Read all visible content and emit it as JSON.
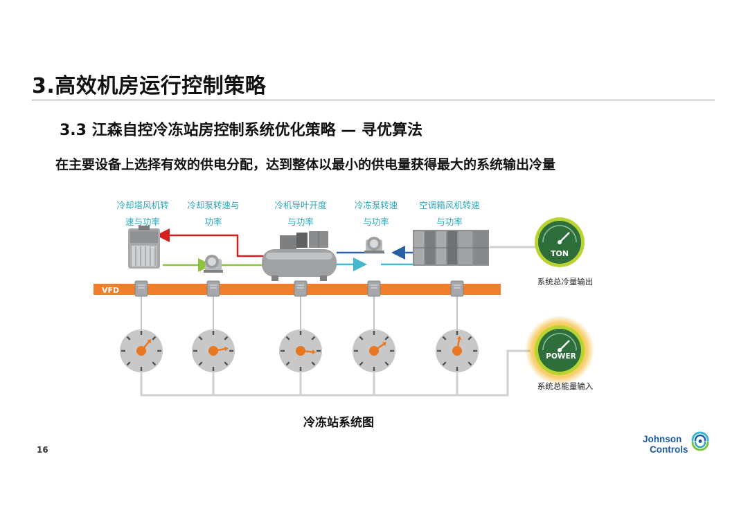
{
  "header": {
    "title": "3.高效机房运行控制策略",
    "subtitle": "3.3 江森自控冷冻站房控制系统优化策略 — 寻优算法",
    "statement": "在主要设备上选择有效的供电分配，达到整体以最小的供电量获得最大的系统输出冷量"
  },
  "diagram": {
    "equipment_labels": [
      {
        "line1": "冷却塔风机转",
        "line2": "速与功率"
      },
      {
        "line1": "冷却泵转速与",
        "line2": "功率"
      },
      {
        "line1": "冷机导叶开度",
        "line2": "与功率"
      },
      {
        "line1": "冷冻泵转速",
        "line2": "与功率"
      },
      {
        "line1": "空调箱风机转速",
        "line2": "与功率"
      }
    ],
    "vfd_label": "VFD",
    "ton_gauge": {
      "label": "TON",
      "caption": "系统总冷量输出"
    },
    "power_gauge": {
      "label": "POWER",
      "caption": "系统总能量输入"
    },
    "colors": {
      "label_teal": "#2aa6b8",
      "vfd_bar": "#ef7d2c",
      "pipe_red": "#d62020",
      "pipe_green": "#8cc43c",
      "pipe_blue": "#2b5fa3",
      "pipe_cyan": "#45b8d0",
      "dial_face": "#c8c8c8",
      "needle": "#e87722",
      "gauge_green": "#2d6e3a",
      "gauge_ring": "#b8d432",
      "power_glow": "#f5c800",
      "logo_blue": "#1a5aa6"
    }
  },
  "caption": "冷冻站系统图",
  "page_number": "16",
  "logo": {
    "line1": "Johnson",
    "line2": "Controls"
  }
}
